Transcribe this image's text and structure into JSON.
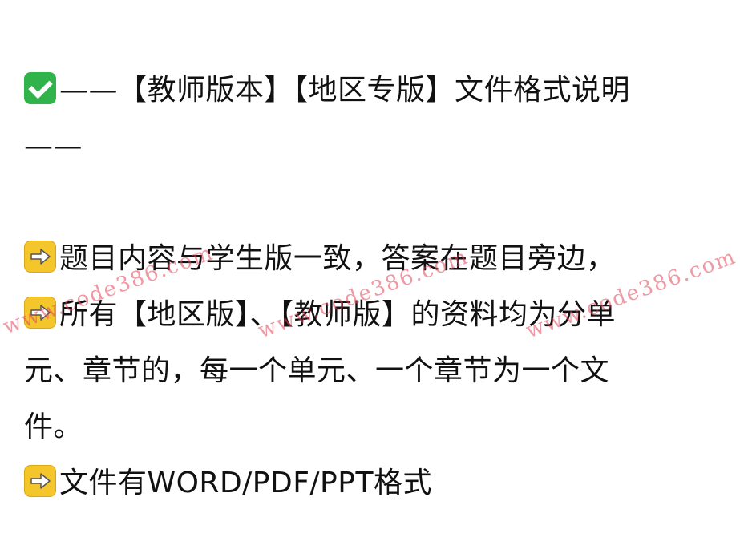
{
  "icons": {
    "check": "white-heavy-check-mark-icon",
    "arrow": "right-arrow-icon"
  },
  "colors": {
    "check_bg": "#2fb34a",
    "arrow_bg": "#f5c52c",
    "watermark": "#e1465a",
    "text": "#111111"
  },
  "lines": {
    "heading": "——【教师版本】【地区专版】文件格式说明——",
    "item1": "题目内容与学生版一致，答案在题目旁边，",
    "item2": "所有【地区版】、【教师版】的资料均为分单元、章节的，每一个单元、一个章节为一个文件。",
    "item3": "文件有WORD/PDF/PPT格式"
  },
  "watermarks": [
    "www.code386.com",
    "www.code386.com",
    "www.code386.com"
  ]
}
